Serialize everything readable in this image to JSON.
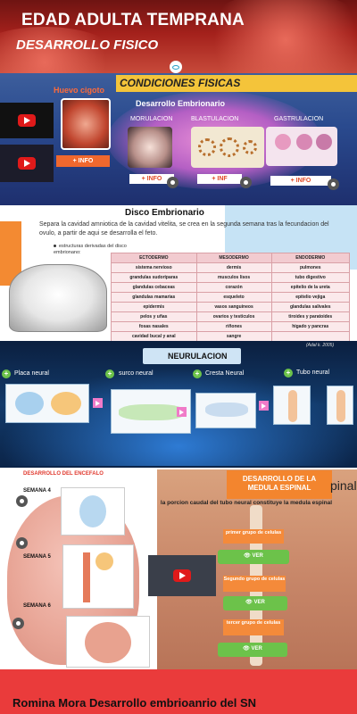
{
  "header": {
    "title": "EDAD ADULTA TEMPRANA",
    "subtitle": "DESARROLLO FISICO"
  },
  "condiciones": {
    "title": "CONDICIONES FISICAS",
    "huevo_label": "Huevo cigoto",
    "info_button": "+ INFO",
    "desarrollo_title": "Desarrollo Embrionario",
    "stages": [
      {
        "label": "MORULACION",
        "button": "+ INFO"
      },
      {
        "label": "BLASTULACION",
        "button": "+ INF"
      },
      {
        "label": "GASTRULACION",
        "button": "+ INFO"
      }
    ]
  },
  "disco": {
    "title": "Disco Embrionario",
    "paragraph": "Separa la cavidad amniotica de la cavidad vitelita, se crea en la segunda semana tras la fecundacion del ovulo, a partir de aqui se desarrolla el feto.",
    "bullet": "estructuras derivadas del disco embrionano:",
    "table": {
      "headers": [
        "ECTODERMO",
        "MESODERMO",
        "ENDODERMO"
      ],
      "rows": [
        [
          "sistema nervioso",
          "dermis",
          "pulmones"
        ],
        [
          "grandulas sudoriparas",
          "musculos lisos",
          "tubo digestivo"
        ],
        [
          "glandulas cebaceas",
          "corazón",
          "epitelio de la ureta"
        ],
        [
          "glandulas mamarias",
          "esqueleto",
          "epitelio vejiga"
        ],
        [
          "epidermis",
          "vasos sanguineos",
          "glandulas salivales"
        ],
        [
          "pelos y uñas",
          "ovarios y testiculos",
          "tiroides y paratoides"
        ],
        [
          "fosas nasales",
          "riñones",
          "higado y pancras"
        ],
        [
          "cavidad bucal y anal",
          "sangre",
          ""
        ]
      ]
    }
  },
  "neurulacion": {
    "title": "NEURULACION",
    "citation": "(Adal k. 2005)",
    "steps": [
      "Placa neural",
      "surco neural",
      "Cresta Neural",
      "Tubo neural"
    ]
  },
  "encefalo": {
    "title": "DESARROLLO DEL ENCEFALO",
    "weeks": [
      "SEMANA 4",
      "SEMANA 5",
      "SEMANA 6"
    ]
  },
  "medula": {
    "title": "DESARROLLO DE LA MEDULA ESPINAL",
    "title_overflow": "pinal",
    "paragraph": "la porcion caudal del tubo neural constituye la medula espinal",
    "groups": [
      {
        "label": "primer grupo de celulas",
        "button": "VER"
      },
      {
        "label": "Segundo grupo de celulas",
        "button": "VER"
      },
      {
        "label": "tercer grupo de celulas",
        "button": "VER"
      }
    ]
  },
  "footer": {
    "text": "Romina Mora Desarrollo embrioanrio del SN"
  },
  "colors": {
    "accent_orange": "#f0682e",
    "condiciones_yellow": "#f4c43a",
    "ver_green": "#6cc24a",
    "footer_red": "#ea3b3b",
    "youtube_red": "#e01a1a"
  }
}
